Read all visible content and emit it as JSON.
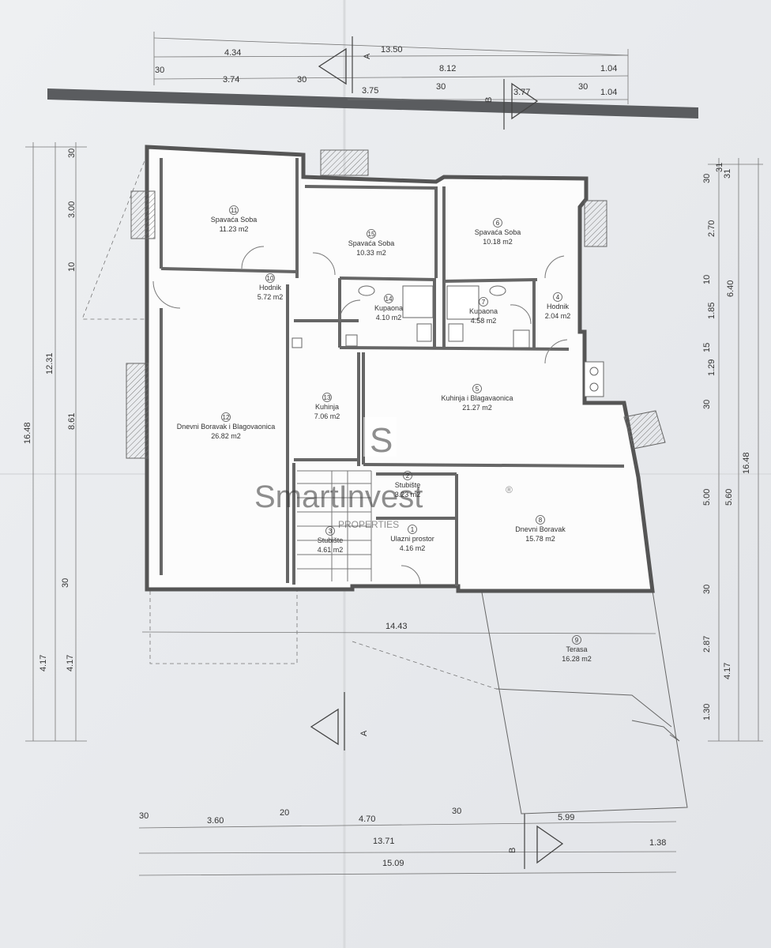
{
  "rooms": [
    {
      "num": "11",
      "name": "Spavaća Soba",
      "area": "11.23 m2"
    },
    {
      "num": "15",
      "name": "Spavaća Soba",
      "area": "10.33 m2"
    },
    {
      "num": "6",
      "name": "Spavaća Soba",
      "area": "10.18 m2"
    },
    {
      "num": "10",
      "name": "Hodnik",
      "area": "5.72 m2"
    },
    {
      "num": "14",
      "name": "Kupaona",
      "area": "4.10 m2"
    },
    {
      "num": "7",
      "name": "Kupaona",
      "area": "4.58 m2"
    },
    {
      "num": "4",
      "name": "Hodnik",
      "area": "2.04 m2"
    },
    {
      "num": "13",
      "name": "Kuhinja",
      "area": "7.06 m2"
    },
    {
      "num": "5",
      "name": "Kuhinja i Blagavaonica",
      "area": "21.27 m2"
    },
    {
      "num": "12",
      "name": "Dnevni Boravak i Blagovaonica",
      "area": "26.82 m2"
    },
    {
      "num": "2",
      "name": "Stubište",
      "area": "3.23 m2"
    },
    {
      "num": "3",
      "name": "Stubište",
      "area": "4.61 m2"
    },
    {
      "num": "1",
      "name": "Ulazni prostor",
      "area": "4.16 m2"
    },
    {
      "num": "8",
      "name": "Dnevni Boravak",
      "area": "15.78 m2"
    },
    {
      "num": "9",
      "name": "Terasa",
      "area": "16.28 m2"
    }
  ],
  "dims_top": [
    "4.34",
    "13.50",
    "30",
    "8.12",
    "1.04",
    "3.74",
    "30",
    "3.75",
    "30",
    "3.77",
    "30",
    "1.04"
  ],
  "dims_bottom": [
    "30",
    "3.60",
    "20",
    "4.70",
    "30",
    "5.99",
    "13.71",
    "1.38",
    "15.09"
  ],
  "dims_mid": [
    "14.43"
  ],
  "dims_left": [
    "30",
    "3.00",
    "10",
    "16.48",
    "12.31",
    "8.61",
    "30",
    "4.17",
    "4.17"
  ],
  "dims_right": [
    "30",
    "31",
    "31",
    "2.70",
    "10",
    "6.40",
    "1.85",
    "15",
    "1.29",
    "30",
    "5.00",
    "5.60",
    "16.48",
    "30",
    "2.87",
    "4.17",
    "1.30"
  ],
  "section_labels": [
    "A",
    "B",
    "A",
    "B"
  ],
  "watermark": {
    "brand": "SmartInvest",
    "registered": "®",
    "sub": "PROPERTIES",
    "logo": "S"
  }
}
